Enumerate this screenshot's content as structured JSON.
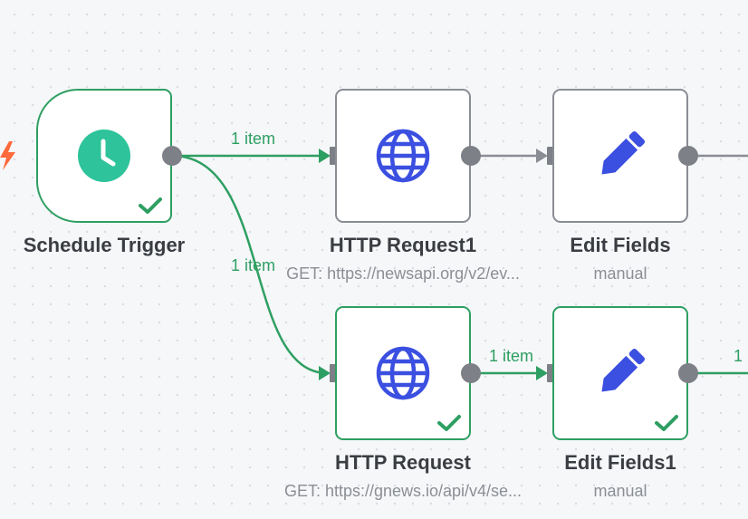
{
  "nodes": {
    "schedule_trigger": {
      "name": "Schedule Trigger",
      "icon": "clock-icon",
      "status": "success"
    },
    "http_request1": {
      "name": "HTTP Request1",
      "subtitle": "GET: https://newsapi.org/v2/ev...",
      "icon": "globe-icon"
    },
    "edit_fields": {
      "name": "Edit Fields",
      "subtitle": "manual",
      "icon": "pencil-icon"
    },
    "http_request": {
      "name": "HTTP Request",
      "subtitle": "GET: https://gnews.io/api/v4/se...",
      "icon": "globe-icon",
      "status": "success"
    },
    "edit_fields1": {
      "name": "Edit Fields1",
      "subtitle": "manual",
      "icon": "pencil-icon",
      "status": "success"
    }
  },
  "connections": {
    "trigger_to_http1": "1 item",
    "trigger_to_http": "1 item",
    "http_to_edit1": "1 item",
    "edit1_to_next": "1"
  },
  "colors": {
    "success": "#2e9f62",
    "idle_border": "#8a8d93",
    "handle": "#7d8086",
    "clock": "#2ec39a",
    "icon_blue": "#3b4fe0",
    "trigger_bolt": "#ff6a3d",
    "canvas_bg": "#f6f7f9"
  }
}
